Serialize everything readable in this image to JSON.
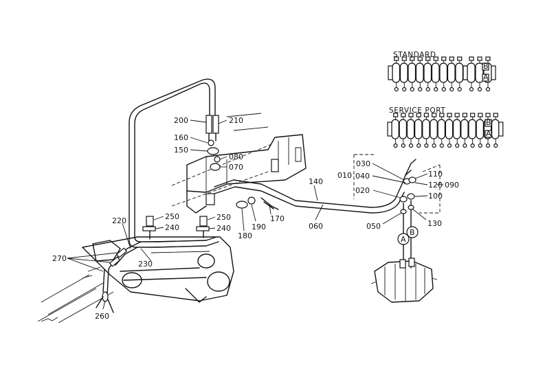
{
  "groups": {
    "standard": "STANDARD",
    "service_port": "SERVICE PORT"
  },
  "port_letters": {
    "a": "A",
    "b": "B"
  },
  "callouts": {
    "c010": "010",
    "c020": "020",
    "c030": "030",
    "c040": "040",
    "c050": "050",
    "c060": "060",
    "c070": "070",
    "c080": "080",
    "c090": "090",
    "c100": "100",
    "c110": "110",
    "c120": "120",
    "c130": "130",
    "c140": "140",
    "c150": "150",
    "c160": "160",
    "c170": "170",
    "c180": "180",
    "c190": "190",
    "c200": "200",
    "c210": "210",
    "c220": "220",
    "c230": "230",
    "c240a": "240",
    "c240b": "240",
    "c250a": "250",
    "c250b": "250",
    "c260": "260",
    "c270": "270"
  }
}
